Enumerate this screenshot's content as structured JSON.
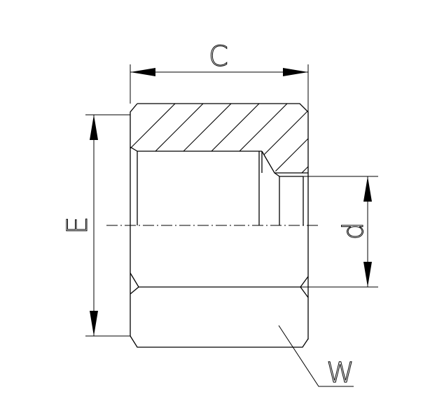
{
  "drawing": {
    "labels": {
      "C": "C",
      "E": "E",
      "d": "d",
      "W": "W"
    }
  }
}
